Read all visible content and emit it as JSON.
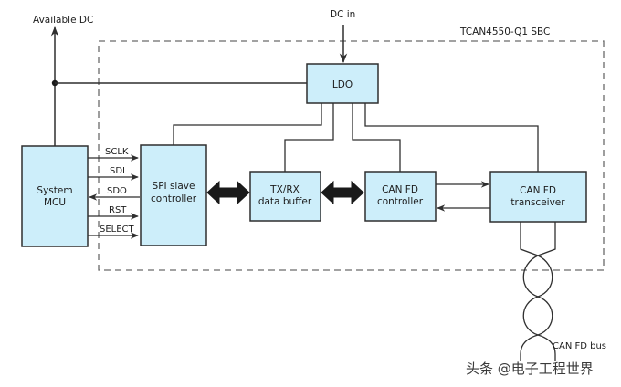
{
  "diagram": {
    "boundary_label": "TCAN4550-Q1 SBC",
    "external_labels": {
      "available_dc": "Available DC",
      "dc_in": "DC in",
      "can_bus": "CAN FD bus"
    },
    "blocks": {
      "mcu": {
        "line1": "System",
        "line2": "MCU"
      },
      "spi": {
        "line1": "SPI slave",
        "line2": "controller"
      },
      "buffer": {
        "line1": "TX/RX",
        "line2": "data buffer"
      },
      "can_ctrl": {
        "line1": "CAN FD",
        "line2": "controller"
      },
      "xcvr": {
        "line1": "CAN FD",
        "line2": "transceiver"
      },
      "ldo": {
        "line1": "LDO"
      }
    },
    "spi_signals": [
      {
        "name": "SCLK",
        "direction": "mcu-to-spi"
      },
      {
        "name": "SDI",
        "direction": "mcu-to-spi"
      },
      {
        "name": "SDO",
        "direction": "spi-to-mcu"
      },
      {
        "name": "RST",
        "direction": "mcu-to-spi"
      },
      {
        "name": "SELECT",
        "direction": "mcu-to-spi"
      }
    ],
    "colors": {
      "block_fill": "#cdeefa",
      "stroke": "#2f2f2f",
      "boundary": "#6a6a6a"
    }
  },
  "watermark": "头条 @电子工程世界"
}
